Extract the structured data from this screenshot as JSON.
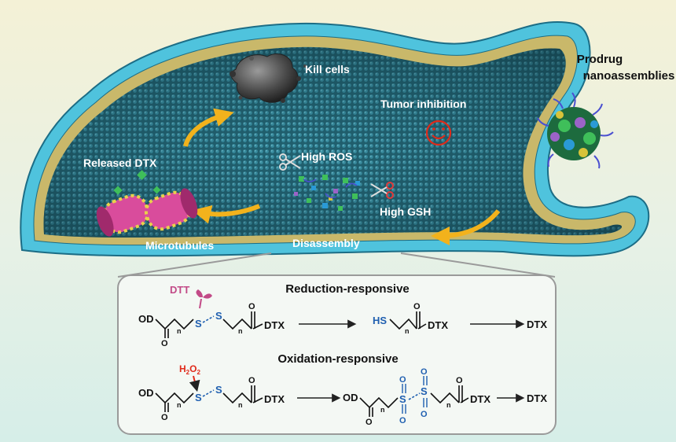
{
  "labels": {
    "kill_cells": "Kill cells",
    "prodrug_line1": "Prodrug",
    "prodrug_line2": "nanoassemblies",
    "tumor_inhibition": "Tumor inhibition",
    "released_dtx": "Released DTX",
    "high_ros": "High ROS",
    "high_gsh": "High GSH",
    "microtubules": "Microtubules",
    "disassembly": "Disassembly"
  },
  "reduction": {
    "title": "Reduction-responsive",
    "reagent": "DTT",
    "start_od": "OD",
    "s1": "S",
    "s2": "S",
    "n1": "n",
    "n2": "n",
    "start_dtx": "DTX",
    "thiol": "HS",
    "mid_n": "n",
    "mid_dtx": "DTX",
    "product": "DTX"
  },
  "oxidation": {
    "title": "Oxidation-responsive",
    "reagent_h": "H",
    "reagent_sub": "2",
    "reagent_o": "O",
    "reagent_sub2": "2",
    "start_od": "OD",
    "s1": "S",
    "s2": "S",
    "n1": "n",
    "n2": "n",
    "start_dtx": "DTX",
    "mid_od": "OD",
    "mid_s1": "S",
    "mid_s2": "S",
    "mid_o": "O",
    "mid_n1": "n",
    "mid_n2": "n",
    "mid_dtx": "DTX",
    "product": "DTX"
  },
  "colors": {
    "membrane_blue": "#3fb8d6",
    "cell_interior": "#1f5b6a",
    "arrow_orange": "#f2b21c",
    "sulfur_blue": "#1f5fb0",
    "dtt_pink": "#c24a87",
    "h2o2_red": "#e02a1a",
    "smiley_red": "#e02a1a"
  }
}
